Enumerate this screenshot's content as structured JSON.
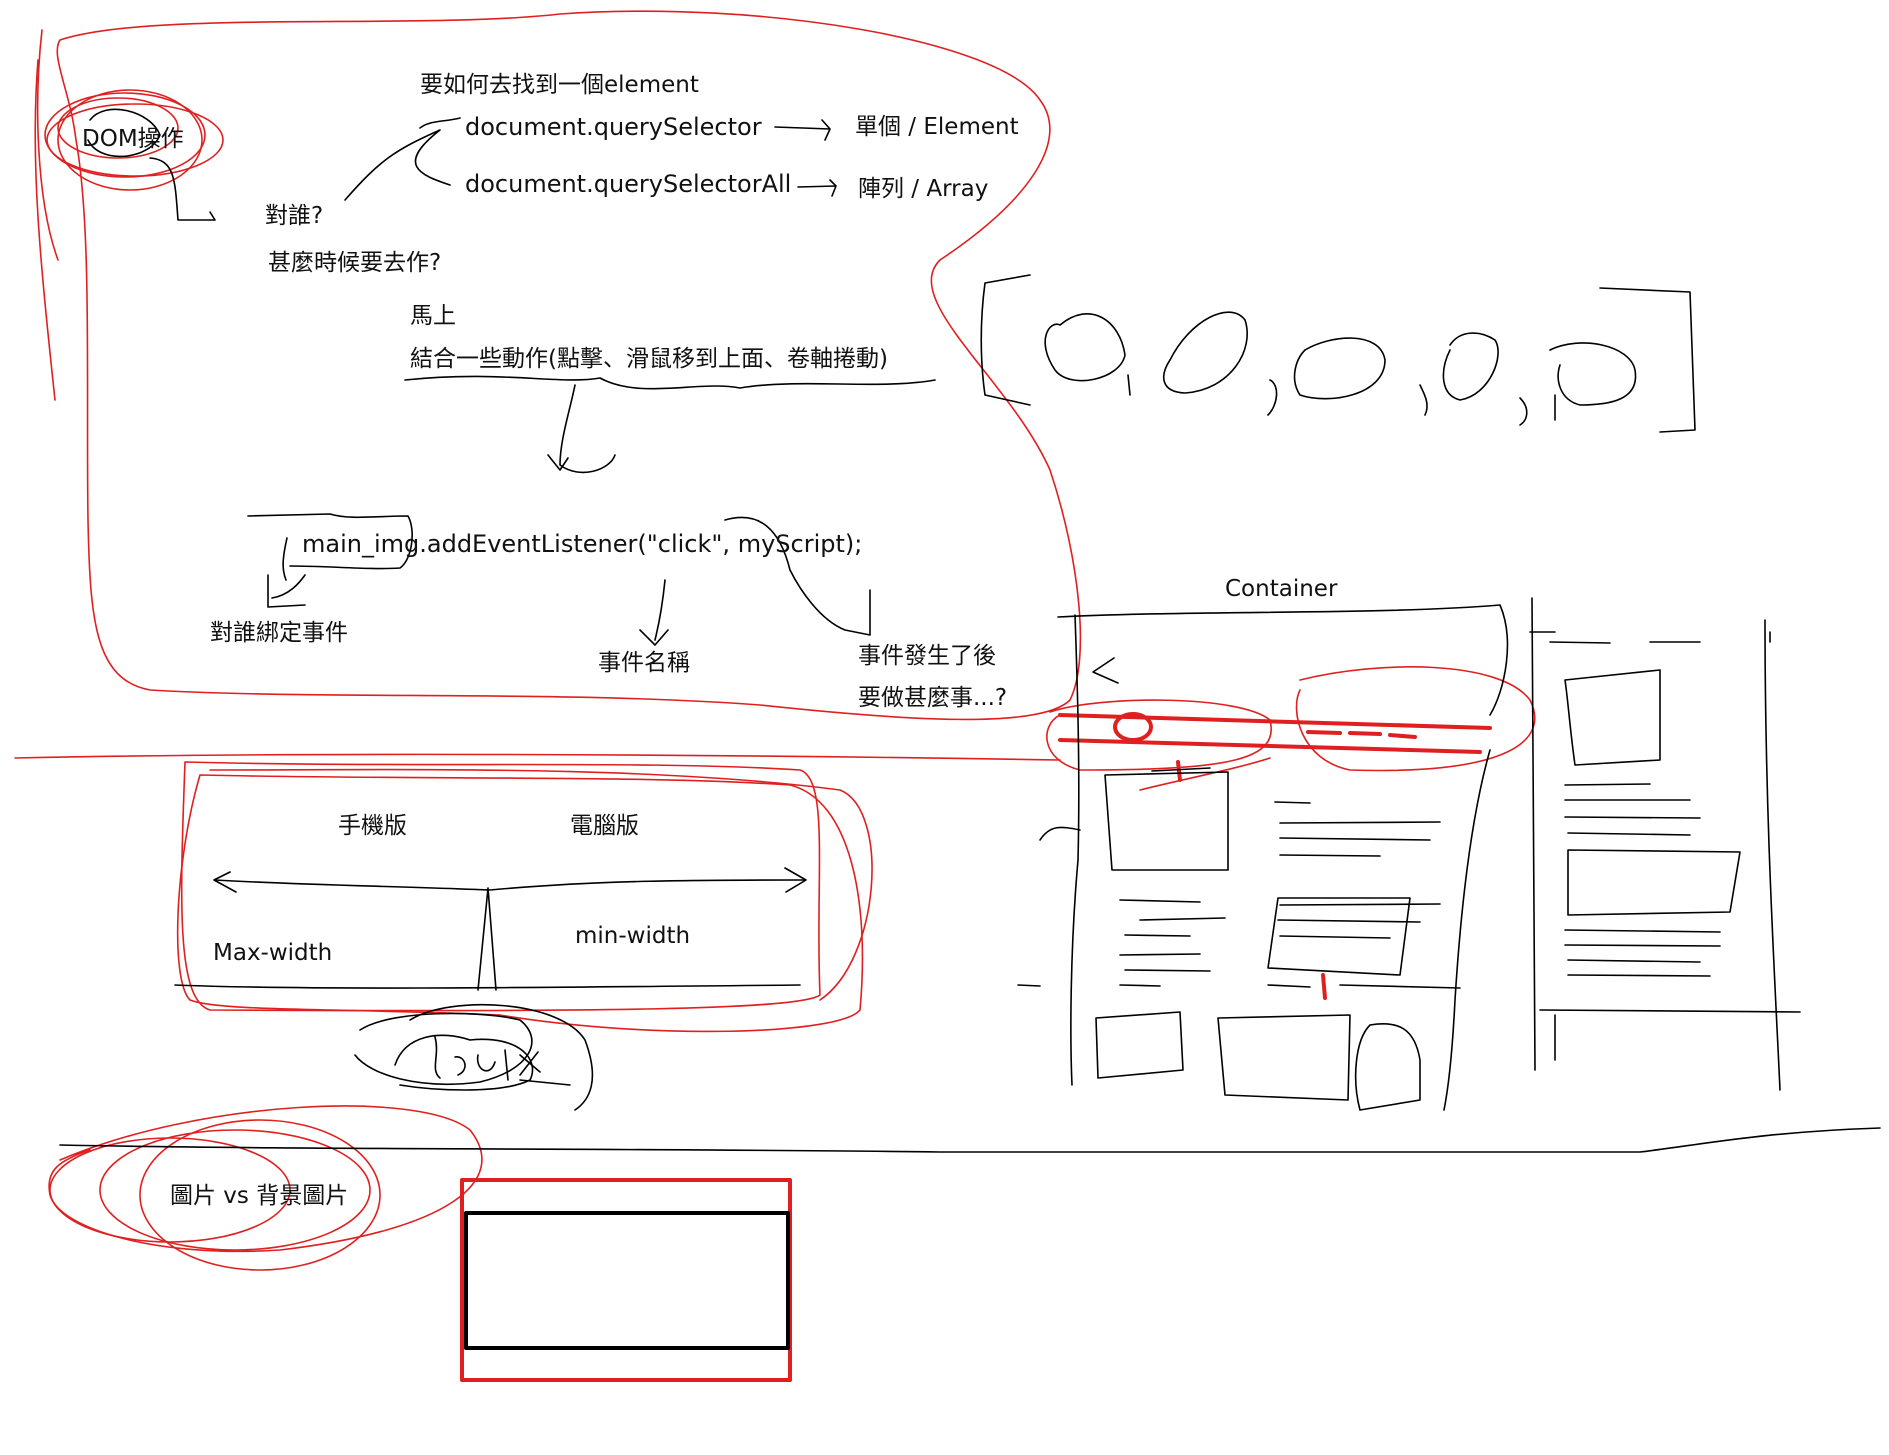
{
  "colors": {
    "ink": "#000000",
    "red": "#e02020",
    "bg": "#ffffff"
  },
  "texts": {
    "dom_title": "DOM操作",
    "find_q": "要如何去找到一個element",
    "qs": "document.querySelector",
    "qsa": "document.querySelectorAll",
    "single": "單個 / Element",
    "array": "陣列 / Array",
    "who": "對誰?",
    "when": "甚麼時候要去作?",
    "immediately": "馬上",
    "combine": "結合一些動作(點擊、滑鼠移到上面、卷軸捲動)",
    "code": "main_img.addEventListener(\"click\", myScript);",
    "bind_to": "對誰綁定事件",
    "event_name": "事件名稱",
    "after1": "事件發生了後",
    "after2": "要做甚麼事...?",
    "container": "Container",
    "mobile": "手機版",
    "desktop": "電腦版",
    "maxw": "Max-width",
    "minw": "min-width",
    "img_vs_bg": "圖片 vs 背景圖片"
  }
}
